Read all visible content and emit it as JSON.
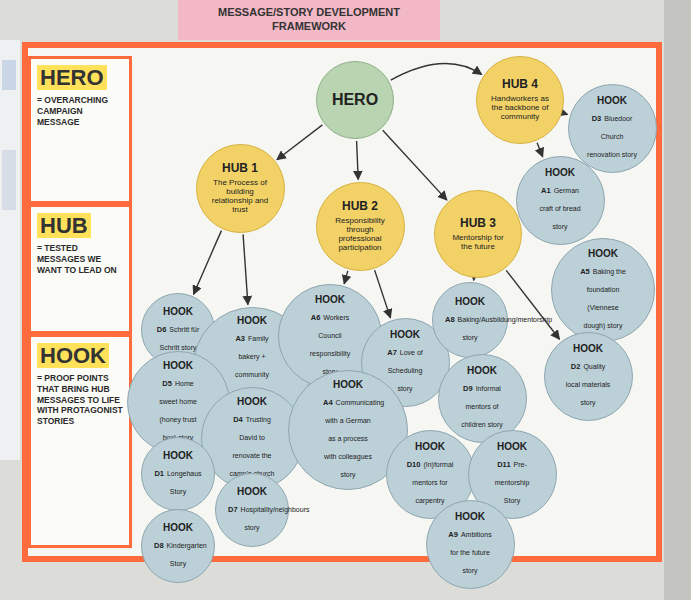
{
  "diagram": {
    "title": "MESSAGE/STORY DEVELOPMENT FRAMEWORK",
    "nodes": [
      {
        "text": [
          "HERO",
          "= OVERARCHING CAMPAIGN MESSAGE"
        ]
      },
      {
        "text": [
          "HUB",
          "= TESTED MESSAGES WE WANT TO LEAD ON"
        ]
      },
      {
        "text": [
          "HOOK",
          "= PROOF POINTS THAT BRING HUB MESSAGES TO LIFE WITH PROTAGONIST STORIES"
        ]
      },
      {
        "text": [
          "HERO"
        ]
      },
      {
        "text": [
          "HUB 1",
          "The Process of building relationship and trust"
        ]
      },
      {
        "text": [
          "HUB 2",
          "Responsibility through professional participation"
        ]
      },
      {
        "text": [
          "HUB 3",
          "Mentorship for the future"
        ]
      },
      {
        "text": [
          "HUB 4",
          "Handworkers as the backbone of community"
        ]
      },
      {
        "text": [
          "HOOK",
          "D6",
          "Schritt für Schritt story"
        ]
      },
      {
        "text": [
          "HOOK",
          "A3",
          "Family bakery + community through colleagues"
        ]
      },
      {
        "text": [
          "HOOK",
          "D5",
          "Home sweet home (honey trust box) story"
        ]
      },
      {
        "text": [
          "HOOK",
          "D4",
          "Trusting David to renovate the camp's church"
        ]
      },
      {
        "text": [
          "HOOK",
          "D1",
          "Longehaus Story"
        ]
      },
      {
        "text": [
          "HOOK",
          "D7",
          "Hospitality/neighbours story"
        ]
      },
      {
        "text": [
          "HOOK",
          "D8",
          "Kindergarten Story"
        ]
      },
      {
        "text": [
          "HOOK",
          "A6",
          "Workers Council responsibility story"
        ]
      },
      {
        "text": [
          "HOOK",
          "A7",
          "Love of Scheduling story"
        ]
      },
      {
        "text": [
          "HOOK",
          "A4",
          "Communicating with a German as a process with colleagues story"
        ]
      },
      {
        "text": [
          "HOOK",
          "A8",
          "Baking/Ausbildung/mentorship story"
        ]
      },
      {
        "text": [
          "HOOK",
          "D9",
          "Informal mentors of children story"
        ]
      },
      {
        "text": [
          "HOOK",
          "D10",
          "(In)formal mentors for carpentry"
        ]
      },
      {
        "text": [
          "HOOK",
          "D11",
          "Pre-mentorship Story"
        ]
      },
      {
        "text": [
          "HOOK",
          "A9",
          "Ambitions for the future story"
        ]
      },
      {
        "text": [
          "HOOK",
          "D3",
          "Bluedoor Church renovation story"
        ]
      },
      {
        "text": [
          "HOOK",
          "A1",
          "German craft of bread story"
        ]
      },
      {
        "text": [
          "HOOK",
          "A5",
          "Baking the foundation (Viennese dough) story"
        ]
      },
      {
        "text": [
          "HOOK",
          "D2",
          "Quality local materials story"
        ]
      }
    ],
    "edges": [
      {
        "from": 3,
        "to": 4,
        "arrow": "to"
      },
      {
        "from": 3,
        "to": 5,
        "arrow": "to"
      },
      {
        "from": 3,
        "to": 6,
        "arrow": "to"
      },
      {
        "from": 3,
        "to": 7,
        "arrow": "to"
      },
      {
        "from": 4,
        "to": 8,
        "arrow": "to"
      },
      {
        "from": 4,
        "to": 9,
        "arrow": "to"
      },
      {
        "from": 5,
        "to": 15,
        "arrow": "to"
      },
      {
        "from": 5,
        "to": 16,
        "arrow": "to"
      },
      {
        "from": 6,
        "to": 18,
        "arrow": "to"
      },
      {
        "from": 6,
        "to": 26,
        "arrow": "to"
      },
      {
        "from": 7,
        "to": 23,
        "arrow": "to"
      },
      {
        "from": 7,
        "to": 24,
        "arrow": "to"
      }
    ]
  }
}
